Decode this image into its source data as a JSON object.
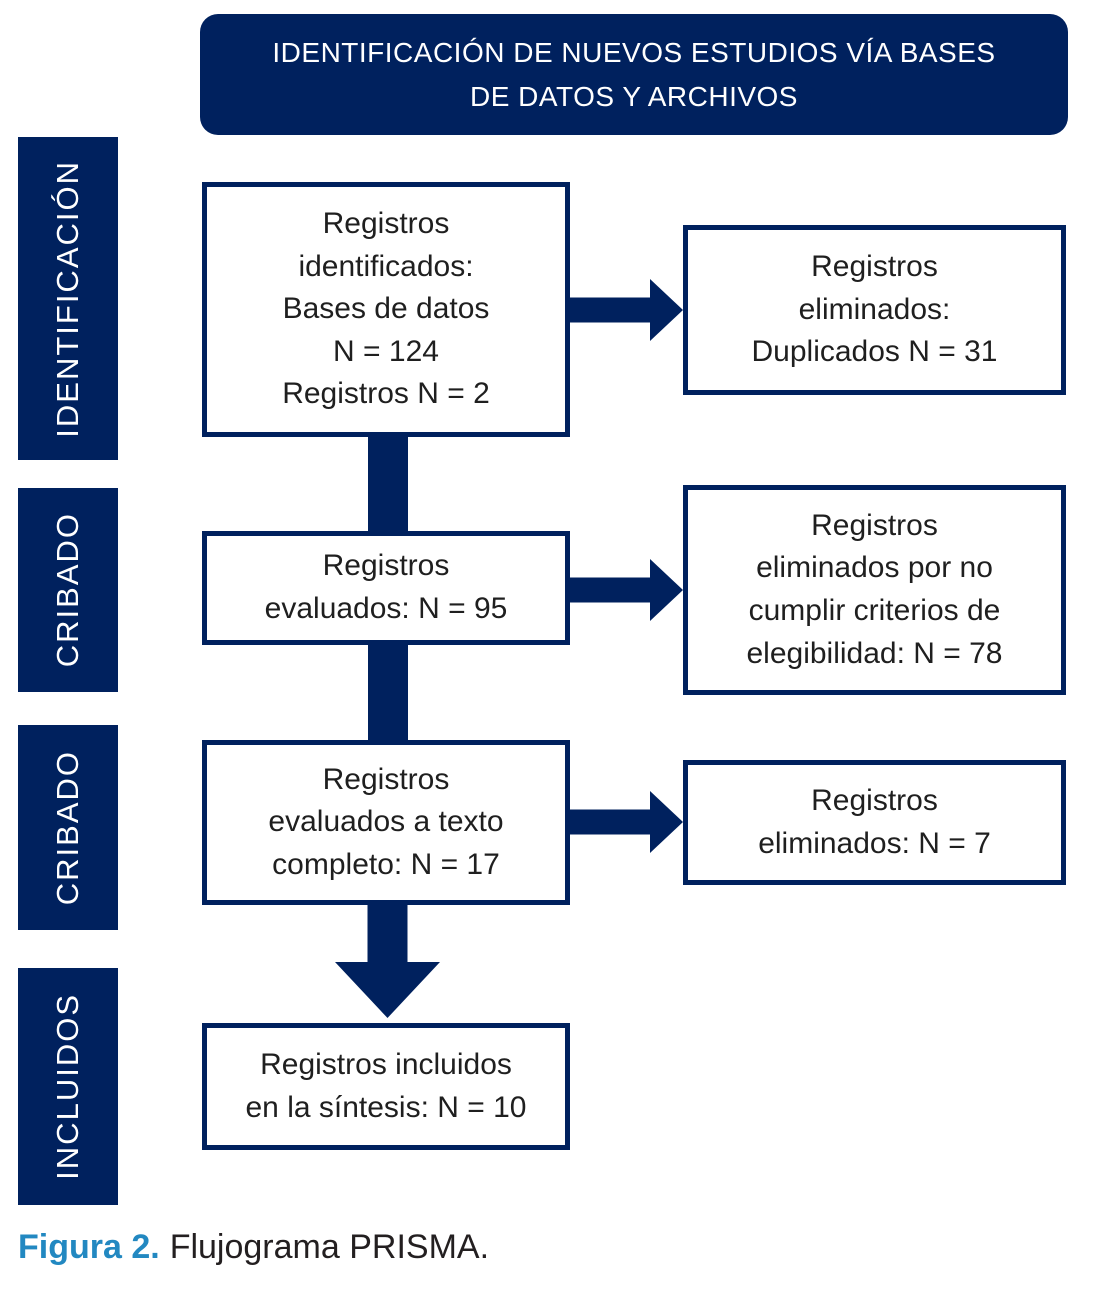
{
  "header": {
    "title": "IDENTIFICACIÓN DE NUEVOS ESTUDIOS VÍA BASES\nDE DATOS Y ARCHIVOS"
  },
  "sidebar": {
    "stages": [
      {
        "label": "IDENTIFICACIÓN"
      },
      {
        "label": "CRIBADO"
      },
      {
        "label": "CRIBADO"
      },
      {
        "label": "INCLUIDOS"
      }
    ]
  },
  "flow": {
    "main_boxes": [
      {
        "text": "Registros\nidentificados:\nBases de datos\nN = 124\nRegistros N = 2"
      },
      {
        "text": "Registros\nevaluados: N = 95"
      },
      {
        "text": "Registros\nevaluados a texto\ncompleto: N = 17"
      },
      {
        "text": "Registros incluidos\nen la síntesis: N = 10"
      }
    ],
    "side_boxes": [
      {
        "text": "Registros\neliminados:\nDuplicados N = 31"
      },
      {
        "text": "Registros\neliminados por no\ncumplir criterios de\nelegibilidad: N = 78"
      },
      {
        "text": "Registros\neliminados: N = 7"
      }
    ]
  },
  "caption": {
    "label": "Figura 2.",
    "text": "Flujograma PRISMA."
  },
  "colors": {
    "navy": "#00215e",
    "caption_blue": "#2288c1",
    "box_text": "#1f1f1f"
  }
}
